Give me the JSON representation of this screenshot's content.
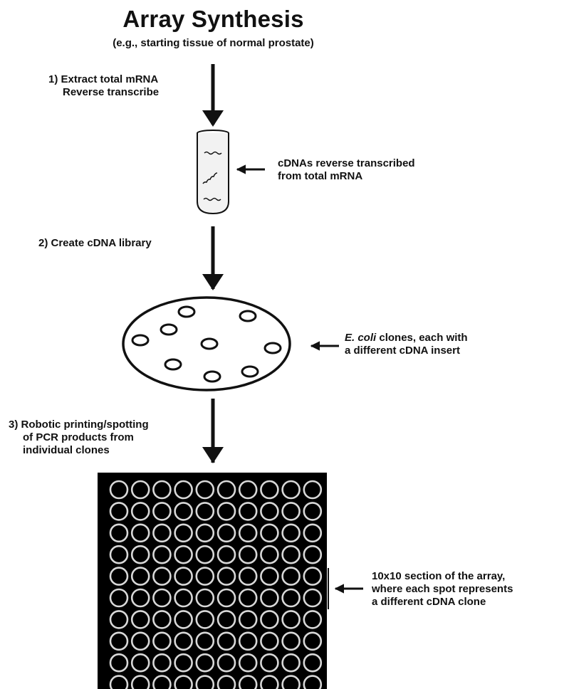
{
  "header": {
    "title": "Array Synthesis",
    "subtitle": "(e.g., starting tissue of normal prostate)"
  },
  "steps": {
    "step1_line1": "1) Extract total mRNA",
    "step1_line2": "Reverse transcribe",
    "step2": "2) Create cDNA library",
    "step3_line1": "3) Robotic printing/spotting",
    "step3_line2": "of PCR products from",
    "step3_line3": "individual clones"
  },
  "annotations": {
    "tube_line1": "cDNAs reverse transcribed",
    "tube_line2": "from total mRNA",
    "plate_italic": "E. coli",
    "plate_line1_rest": " clones, each with",
    "plate_line2": "a different cDNA insert",
    "array_line1": "10x10 section of the array,",
    "array_line2": "where each spot represents",
    "array_line3": "a different cDNA clone"
  },
  "array": {
    "rows": 10,
    "cols": 10
  },
  "colors": {
    "ink": "#111111",
    "array_bg": "#000000",
    "spot": "#d8d8d8",
    "tube_fill": "#f2f2f2"
  }
}
